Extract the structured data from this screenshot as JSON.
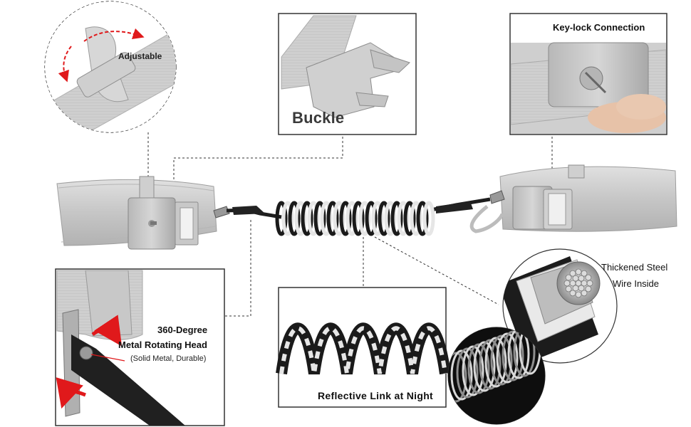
{
  "labels": {
    "adjustable": "Adjustable",
    "buckle": "Buckle",
    "keylock": "Key-lock Connection",
    "steel_line1": "Thickened Steel",
    "steel_line2": "Wire Inside",
    "reflective": "Reflective Link at Night",
    "rotating_line1": "360-Degree",
    "rotating_line2": "Metal Rotating Head",
    "rotating_line3": "(Solid Metal, Durable)"
  },
  "colors": {
    "strap": "#c9c9c9",
    "strap_dark": "#a8a8a8",
    "buckle_plastic": "#bdbdbd",
    "coil_dark": "#1a1a1a",
    "coil_light": "#e6e6e6",
    "arrow_red": "#e0191b",
    "callout_border": "#333333"
  }
}
